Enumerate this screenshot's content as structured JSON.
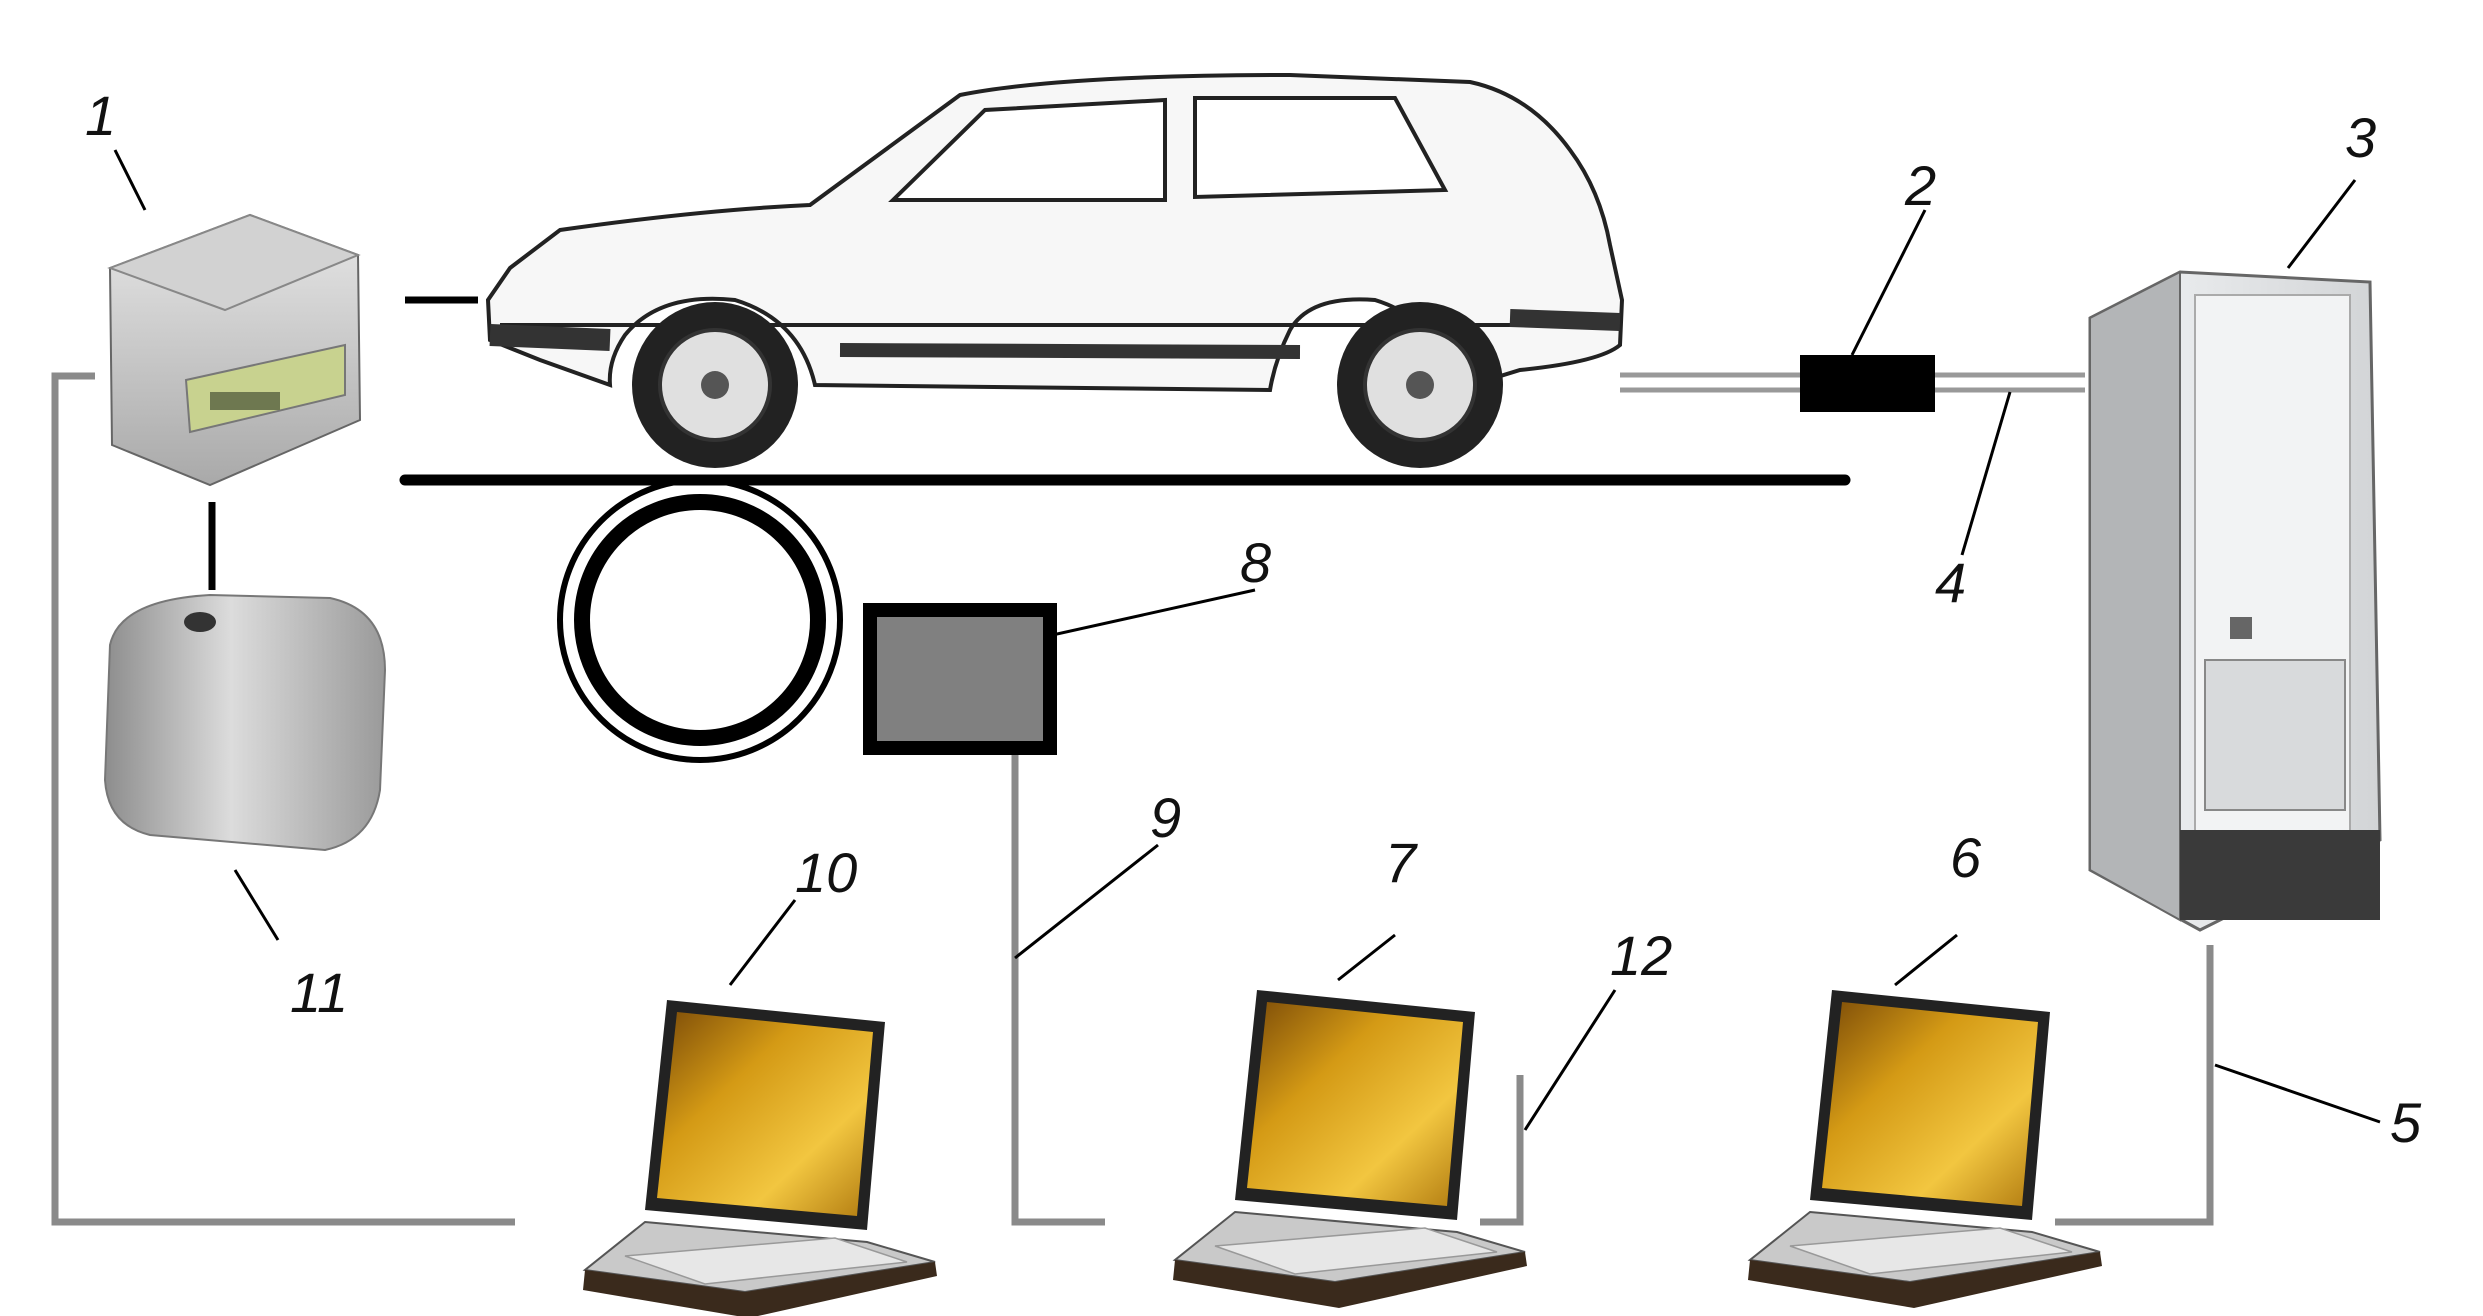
{
  "diagram": {
    "labels": {
      "n1": "1",
      "n2": "2",
      "n3": "3",
      "n4": "4",
      "n5": "5",
      "n6": "6",
      "n7": "7",
      "n8": "8",
      "n9": "9",
      "n10": "10",
      "n11": "11",
      "n12": "12"
    }
  },
  "colors": {
    "line_gray": "#8a8a8a",
    "line_black": "#000000",
    "screen_yellow": "#d9a821",
    "analyzer_gray": "#808080",
    "cabinet_body": "#e2e4e6"
  }
}
